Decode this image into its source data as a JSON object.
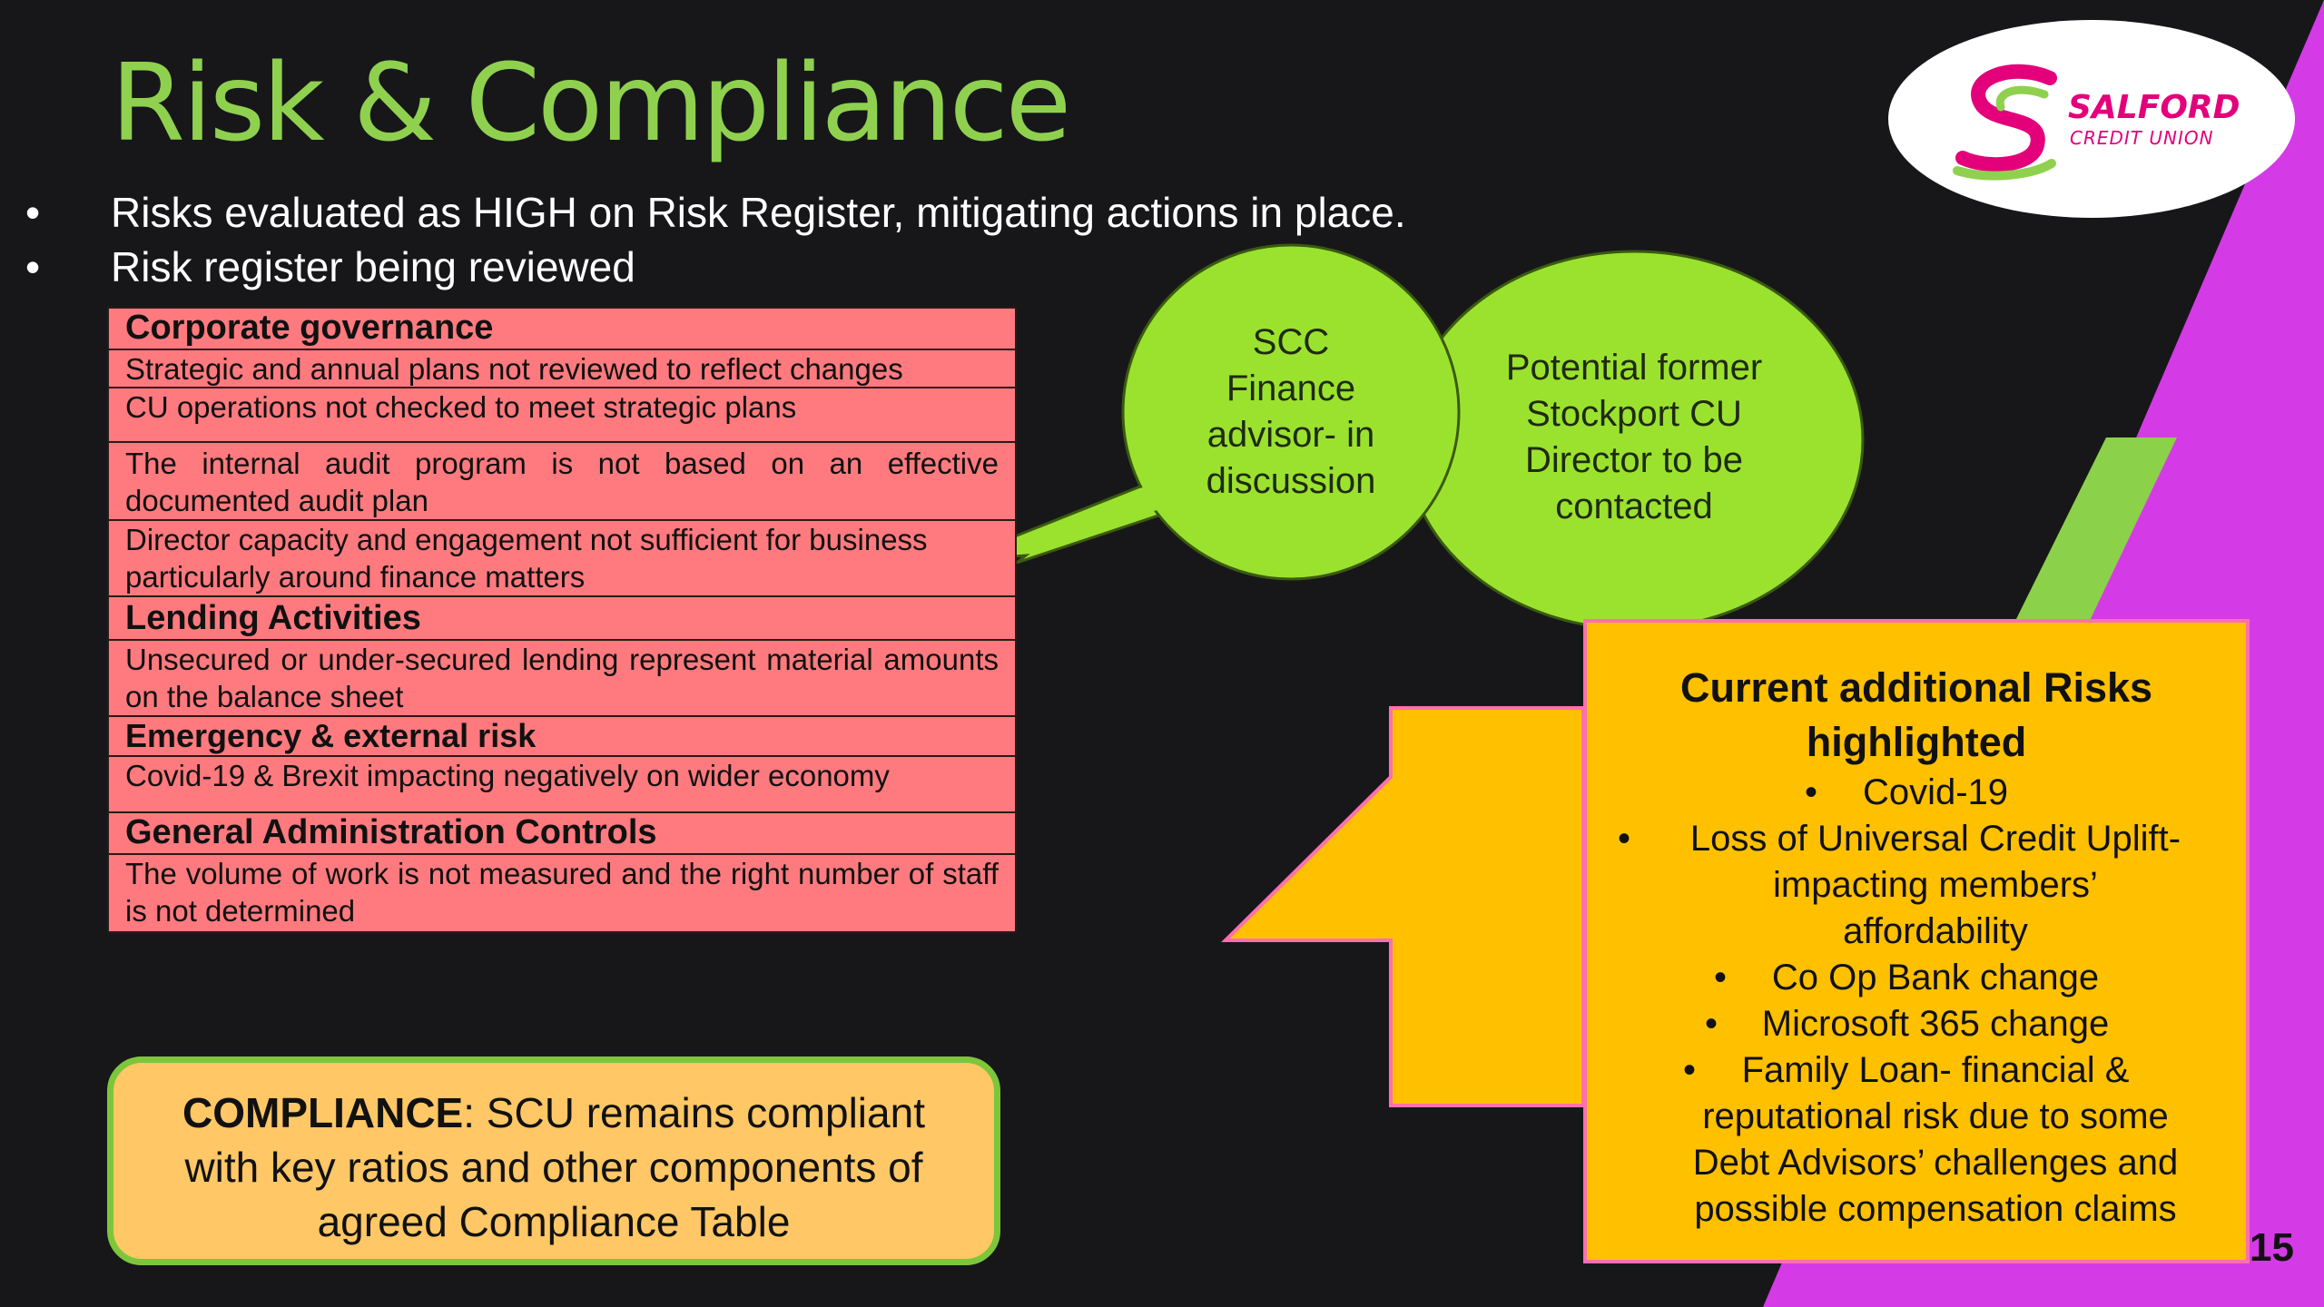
{
  "title": "Risk & Compliance",
  "bullets": [
    "Risks evaluated as HIGH on Risk Register, mitigating actions in place.",
    "Risk register being reviewed"
  ],
  "logo": {
    "name": "SALFORD",
    "sub": "CREDIT UNION"
  },
  "risk_table": {
    "corporate_governance": "Corporate governance",
    "cg_1": "Strategic and annual plans not reviewed to reflect changes",
    "cg_2": "CU operations not checked to meet strategic plans",
    "cg_3": "The internal audit program is not based on an effective documented audit plan",
    "cg_4": "Director capacity and engagement not sufficient for business particularly around finance matters",
    "lending": "Lending Activities",
    "lending_1": "Unsecured or under-secured lending represent material amounts on the balance sheet",
    "emergency": "Emergency & external risk",
    "emergency_1": "Covid-19 & Brexit impacting negatively on wider economy",
    "admin": "General Administration Controls",
    "admin_1": "The volume of work is not measured and the right number of staff is not determined"
  },
  "bubbles": {
    "scc": [
      "SCC",
      "Finance",
      "advisor- in",
      "discussion"
    ],
    "stockport": [
      "Potential former",
      "Stockport CU",
      "Director to be",
      "contacted"
    ]
  },
  "additional_risks": {
    "title_line1": "Current additional Risks",
    "title_line2": "highlighted",
    "bullet": "•",
    "items": [
      [
        "Covid-19"
      ],
      [
        "Loss of Universal Credit Uplift-",
        "impacting members’",
        "affordability"
      ],
      [
        "Co Op Bank change"
      ],
      [
        "Microsoft 365 change"
      ],
      [
        "Family Loan- financial &",
        "reputational risk due to some",
        "Debt Advisors’ challenges and",
        "possible compensation claims"
      ]
    ]
  },
  "compliance": {
    "label": "COMPLIANCE",
    "text_1": ": SCU remains compliant",
    "text_2": "with key ratios and other components of",
    "text_3": "agreed Compliance Table"
  },
  "page_number": "15",
  "colors": {
    "title_green": "#8fd14f",
    "table_red": "#ff7a7e",
    "bubble_green": "#9be22f",
    "risks_orange": "#ffc000",
    "accent_magenta": "#d43be6",
    "compliance_bg": "#ffc765"
  }
}
